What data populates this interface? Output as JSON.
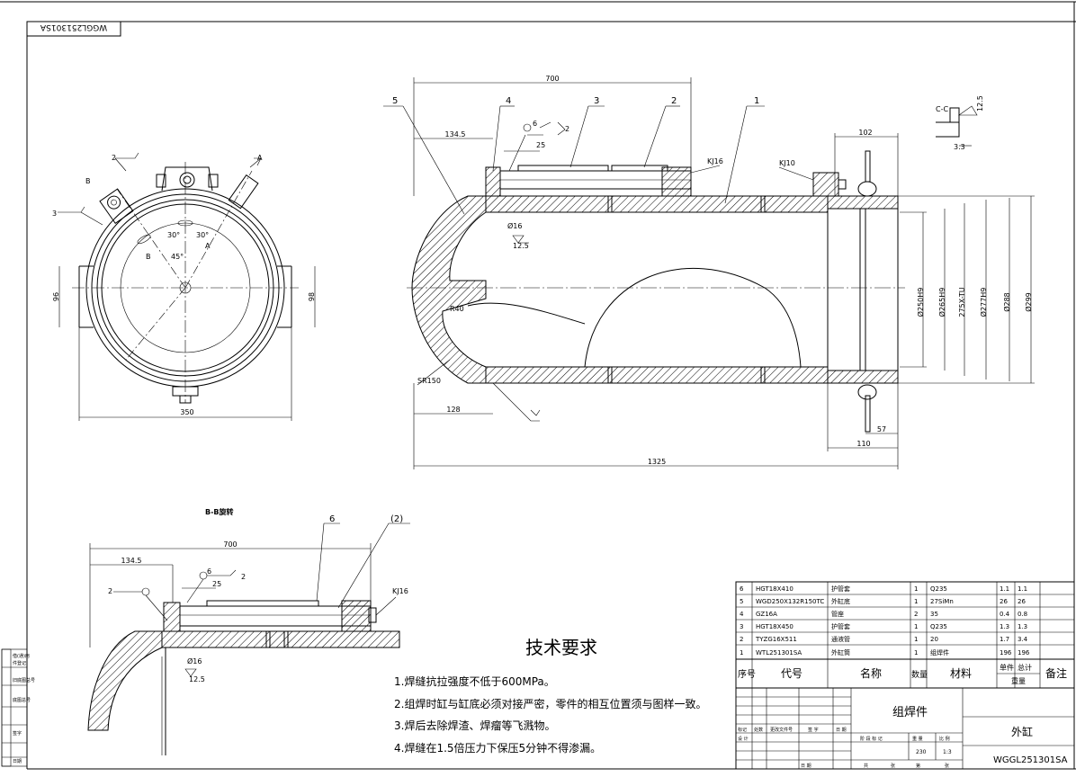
{
  "drawing_number_stamp": "WGGL251301SA",
  "section_title": "B-B旋转",
  "tech_requirements": {
    "title": "技术要求",
    "items": [
      "1.焊缝抗拉强度不低于600MPa。",
      "2.组焊时缸与缸底必须对接严密，零件的相互位置须与图样一致。",
      "3.焊后去除焊渣、焊瘤等飞溅物。",
      "4.焊缝在1.5倍压力下保压5分钟不得渗漏。"
    ]
  },
  "front_view": {
    "balloons": [
      "5",
      "4",
      "3",
      "2",
      "1"
    ],
    "dims": {
      "overall": "1325",
      "seven_hundred": "700",
      "one_three_four": "134.5",
      "twenty_five": "25",
      "one_two_eight": "128",
      "one_zero_two": "102",
      "one_ten": "110",
      "fifty_seven": "57",
      "d16": "Ø16",
      "r40": "R40",
      "sr150": "SR150",
      "kj16": "KJ16",
      "kj10": "KJ10",
      "d250": "Ø250H9",
      "d265": "Ø265H9",
      "d275": "275X-TU",
      "d277": "Ø277H9",
      "d288": "Ø288",
      "d299": "Ø299",
      "rough_12_5": "12.5",
      "cc": "C-C",
      "three_three": "3.3",
      "weld6": "6",
      "weld2": "2"
    }
  },
  "side_view": {
    "dims": {
      "width": "350",
      "left_h": "96",
      "right_h": "98",
      "angle30a": "30°",
      "angle30b": "30°",
      "angle45": "45°",
      "label_a1": "A",
      "label_a2": "A",
      "label_b1": "B",
      "label_b2": "B",
      "weld2": "2",
      "weld3": "3"
    }
  },
  "section_view": {
    "balloons": [
      "6",
      "(2)"
    ],
    "dims": {
      "seven_hundred": "700",
      "one_three_four": "134.5",
      "twenty_five": "25",
      "d16": "Ø16",
      "rough": "12.5",
      "kj16": "KJ16",
      "weld6": "6",
      "weld2": "2"
    }
  },
  "bom": {
    "header": {
      "no": "序号",
      "code": "代号",
      "name": "名称",
      "qty": "数量",
      "material": "材料",
      "unit_w": "单件",
      "total_w": "总计",
      "weight": "重量",
      "remark": "备注"
    },
    "rows": [
      {
        "no": "6",
        "code": "HGT18X410",
        "name": "护管套",
        "qty": "1",
        "material": "Q235",
        "unit": "1.1",
        "total": "1.1"
      },
      {
        "no": "5",
        "code": "WGD250X132R150TC",
        "name": "外缸底",
        "qty": "1",
        "material": "27SiMn",
        "unit": "26",
        "total": "26"
      },
      {
        "no": "4",
        "code": "GZ16A",
        "name": "管座",
        "qty": "2",
        "material": "35",
        "unit": "0.4",
        "total": "0.8"
      },
      {
        "no": "3",
        "code": "HGT18X450",
        "name": "护管套",
        "qty": "1",
        "material": "Q235",
        "unit": "1.3",
        "total": "1.3"
      },
      {
        "no": "2",
        "code": "TYZG16X511",
        "name": "通液管",
        "qty": "1",
        "material": "20",
        "unit": "1.7",
        "total": "3.4"
      },
      {
        "no": "1",
        "code": "WTL251301SA",
        "name": "外缸筒",
        "qty": "1",
        "material": "组焊件",
        "unit": "196",
        "total": "196"
      }
    ]
  },
  "title_block": {
    "assembly": "组焊件",
    "part_name": "外缸",
    "drawing_no": "WGGL251301SA",
    "weight": "230",
    "scale": "1:3",
    "labels": {
      "mark": "标记",
      "area": "处数",
      "doc": "更改文件号",
      "sign": "签 字",
      "date": "日 期",
      "design": "设 计",
      "stage": "阶 段 标 记",
      "weight_l": "重 量",
      "scale_l": "比 例",
      "total": "共",
      "sheet": "张",
      "page": "第",
      "sheet2": "张",
      "date2": "日 期"
    }
  },
  "left_strip": [
    "借(通)用",
    "件登记",
    "旧底图总号",
    "底图总号",
    "签字",
    "日期"
  ]
}
